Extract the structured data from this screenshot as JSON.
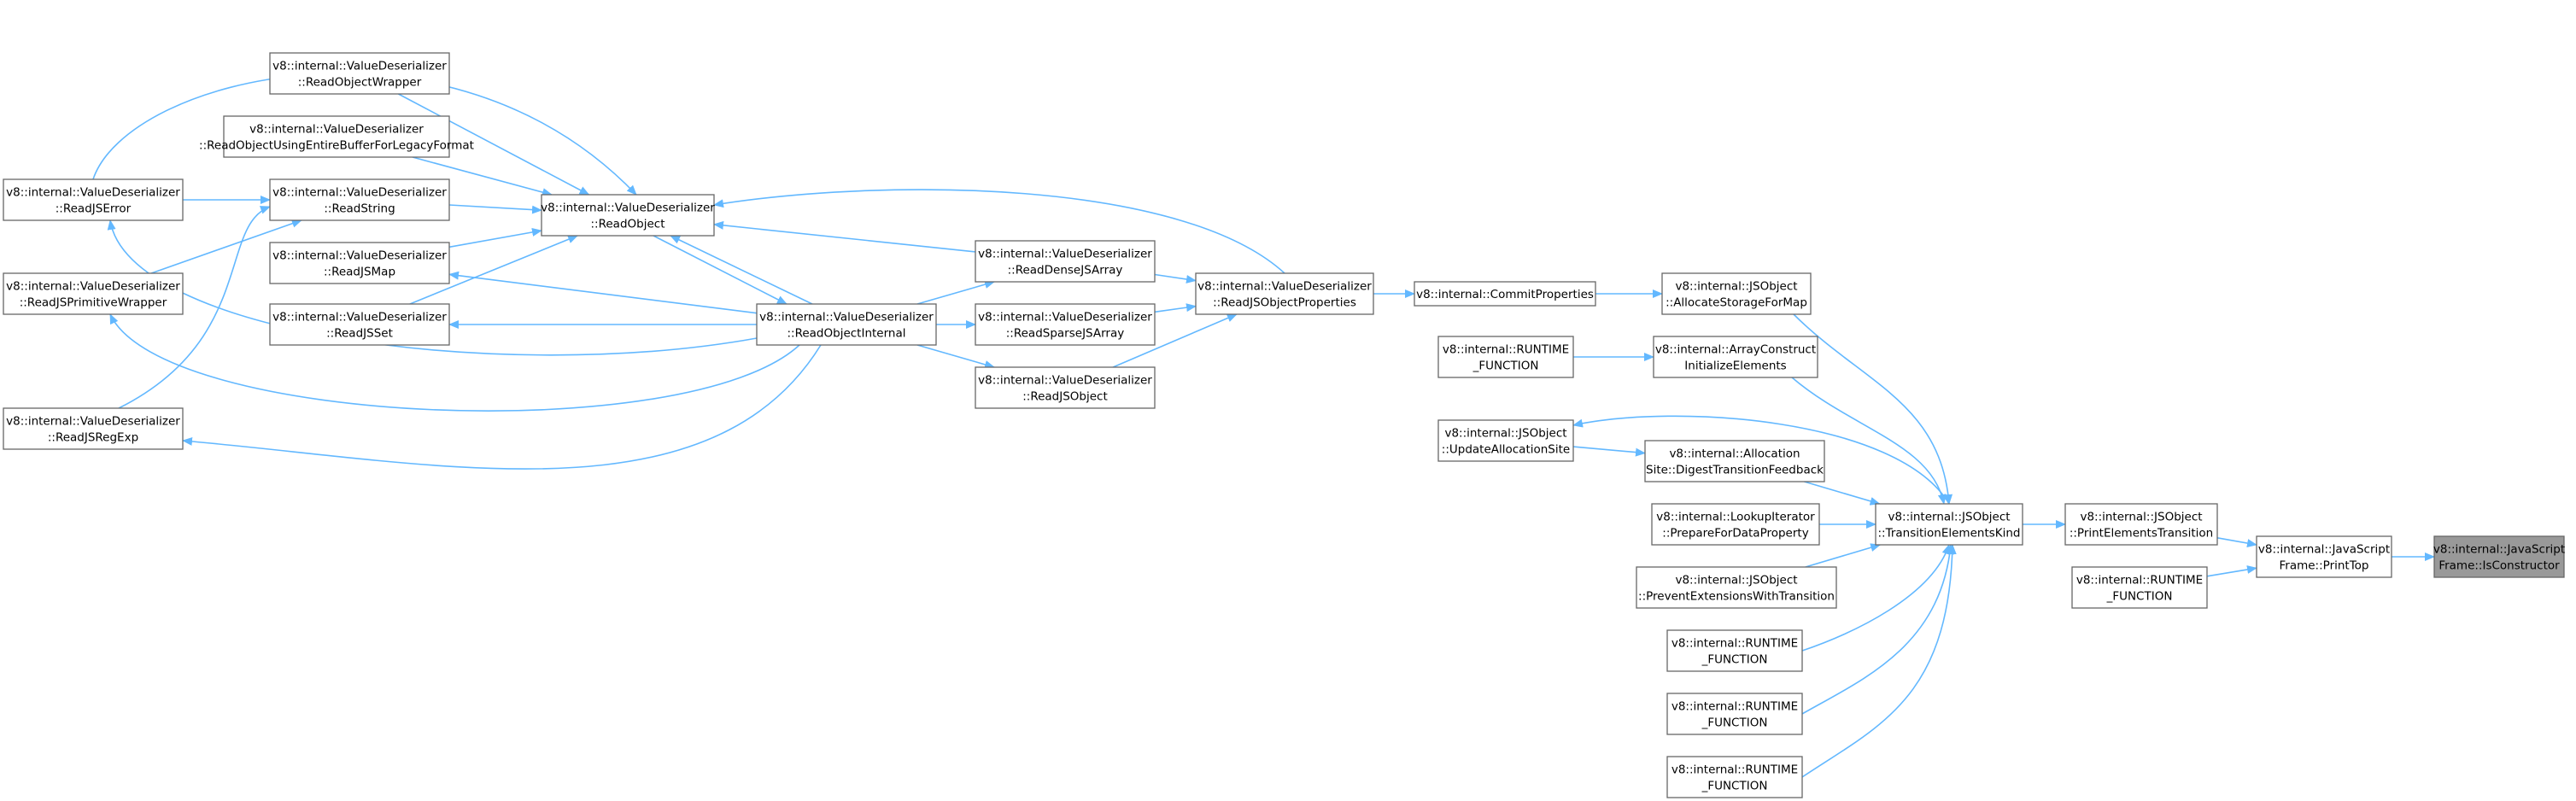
{
  "diagram": {
    "root": "v8::internal::JavaScriptFrame::IsConstructor",
    "nodes": [
      {
        "id": "n_is_constructor",
        "lines": [
          "v8::internal::JavaScript",
          "Frame::IsConstructor"
        ],
        "root": true
      },
      {
        "id": "n_print_top",
        "lines": [
          "v8::internal::JavaScript",
          "Frame::PrintTop"
        ]
      },
      {
        "id": "n_print_elements_transition",
        "lines": [
          "v8::internal::JSObject",
          "::PrintElementsTransition"
        ]
      },
      {
        "id": "n_runtime_a",
        "lines": [
          "v8::internal::RUNTIME",
          "_FUNCTION"
        ]
      },
      {
        "id": "n_transition_elements_kind",
        "lines": [
          "v8::internal::JSObject",
          "::TransitionElementsKind"
        ]
      },
      {
        "id": "n_allocate_storage_for_map",
        "lines": [
          "v8::internal::JSObject",
          "::AllocateStorageForMap"
        ]
      },
      {
        "id": "n_array_construct",
        "lines": [
          "v8::internal::ArrayConstruct",
          "InitializeElements"
        ]
      },
      {
        "id": "n_digest_transition_feedback",
        "lines": [
          "v8::internal::Allocation",
          "Site::DigestTransitionFeedback"
        ]
      },
      {
        "id": "n_prepare_for_data_property",
        "lines": [
          "v8::internal::LookupIterator",
          "::PrepareForDataProperty"
        ]
      },
      {
        "id": "n_prevent_extensions",
        "lines": [
          "v8::internal::JSObject",
          "::PreventExtensionsWithTransition"
        ]
      },
      {
        "id": "n_runtime_b",
        "lines": [
          "v8::internal::RUNTIME",
          "_FUNCTION"
        ]
      },
      {
        "id": "n_runtime_c",
        "lines": [
          "v8::internal::RUNTIME",
          "_FUNCTION"
        ]
      },
      {
        "id": "n_runtime_d",
        "lines": [
          "v8::internal::RUNTIME",
          "_FUNCTION"
        ]
      },
      {
        "id": "n_commit_properties",
        "lines": [
          "v8::internal::CommitProperties"
        ]
      },
      {
        "id": "n_runtime_e",
        "lines": [
          "v8::internal::RUNTIME",
          "_FUNCTION"
        ]
      },
      {
        "id": "n_update_allocation_site",
        "lines": [
          "v8::internal::JSObject",
          "::UpdateAllocationSite"
        ]
      },
      {
        "id": "n_read_js_object_properties",
        "lines": [
          "v8::internal::ValueDeserializer",
          "::ReadJSObjectProperties"
        ]
      },
      {
        "id": "n_read_dense_js_array",
        "lines": [
          "v8::internal::ValueDeserializer",
          "::ReadDenseJSArray"
        ]
      },
      {
        "id": "n_read_sparse_js_array",
        "lines": [
          "v8::internal::ValueDeserializer",
          "::ReadSparseJSArray"
        ]
      },
      {
        "id": "n_read_js_object",
        "lines": [
          "v8::internal::ValueDeserializer",
          "::ReadJSObject"
        ]
      },
      {
        "id": "n_read_object_internal",
        "lines": [
          "v8::internal::ValueDeserializer",
          "::ReadObjectInternal"
        ]
      },
      {
        "id": "n_read_object",
        "lines": [
          "v8::internal::ValueDeserializer",
          "::ReadObject"
        ]
      },
      {
        "id": "n_read_object_wrapper",
        "lines": [
          "v8::internal::ValueDeserializer",
          "::ReadObjectWrapper"
        ]
      },
      {
        "id": "n_read_object_legacy",
        "lines": [
          "v8::internal::ValueDeserializer",
          "::ReadObjectUsingEntireBufferForLegacyFormat"
        ]
      },
      {
        "id": "n_read_string",
        "lines": [
          "v8::internal::ValueDeserializer",
          "::ReadString"
        ]
      },
      {
        "id": "n_read_js_map",
        "lines": [
          "v8::internal::ValueDeserializer",
          "::ReadJSMap"
        ]
      },
      {
        "id": "n_read_js_set",
        "lines": [
          "v8::internal::ValueDeserializer",
          "::ReadJSSet"
        ]
      },
      {
        "id": "n_read_js_error",
        "lines": [
          "v8::internal::ValueDeserializer",
          "::ReadJSError"
        ]
      },
      {
        "id": "n_read_js_primitive_wrapper",
        "lines": [
          "v8::internal::ValueDeserializer",
          "::ReadJSPrimitiveWrapper"
        ]
      },
      {
        "id": "n_read_js_regexp",
        "lines": [
          "v8::internal::ValueDeserializer",
          "::ReadJSRegExp"
        ]
      }
    ],
    "edges": [
      {
        "from": "n_print_top",
        "to": "n_is_constructor"
      },
      {
        "from": "n_print_elements_transition",
        "to": "n_print_top"
      },
      {
        "from": "n_runtime_a",
        "to": "n_print_top"
      },
      {
        "from": "n_transition_elements_kind",
        "to": "n_print_elements_transition"
      },
      {
        "from": "n_allocate_storage_for_map",
        "to": "n_transition_elements_kind"
      },
      {
        "from": "n_array_construct",
        "to": "n_transition_elements_kind"
      },
      {
        "from": "n_digest_transition_feedback",
        "to": "n_transition_elements_kind"
      },
      {
        "from": "n_prepare_for_data_property",
        "to": "n_transition_elements_kind"
      },
      {
        "from": "n_prevent_extensions",
        "to": "n_transition_elements_kind"
      },
      {
        "from": "n_runtime_b",
        "to": "n_transition_elements_kind"
      },
      {
        "from": "n_runtime_c",
        "to": "n_transition_elements_kind"
      },
      {
        "from": "n_runtime_d",
        "to": "n_transition_elements_kind"
      },
      {
        "from": "n_transition_elements_kind",
        "to": "n_update_allocation_site"
      },
      {
        "from": "n_update_allocation_site",
        "to": "n_digest_transition_feedback"
      },
      {
        "from": "n_commit_properties",
        "to": "n_allocate_storage_for_map"
      },
      {
        "from": "n_runtime_e",
        "to": "n_array_construct"
      },
      {
        "from": "n_read_js_object_properties",
        "to": "n_commit_properties"
      },
      {
        "from": "n_read_dense_js_array",
        "to": "n_read_js_object_properties"
      },
      {
        "from": "n_read_sparse_js_array",
        "to": "n_read_js_object_properties"
      },
      {
        "from": "n_read_js_object",
        "to": "n_read_js_object_properties"
      },
      {
        "from": "n_read_js_object_properties",
        "to": "n_read_object"
      },
      {
        "from": "n_read_object_internal",
        "to": "n_read_dense_js_array"
      },
      {
        "from": "n_read_object_internal",
        "to": "n_read_sparse_js_array"
      },
      {
        "from": "n_read_object_internal",
        "to": "n_read_js_object"
      },
      {
        "from": "n_read_dense_js_array",
        "to": "n_read_object"
      },
      {
        "from": "n_read_object",
        "to": "n_read_object_internal"
      },
      {
        "from": "n_read_object_internal",
        "to": "n_read_object"
      },
      {
        "from": "n_read_object_wrapper",
        "to": "n_read_object"
      },
      {
        "from": "n_read_object_legacy",
        "to": "n_read_object"
      },
      {
        "from": "n_read_string",
        "to": "n_read_object"
      },
      {
        "from": "n_read_js_map",
        "to": "n_read_object"
      },
      {
        "from": "n_read_js_set",
        "to": "n_read_object"
      },
      {
        "from": "n_read_js_error",
        "to": "n_read_object"
      },
      {
        "from": "n_read_object_internal",
        "to": "n_read_js_map"
      },
      {
        "from": "n_read_object_internal",
        "to": "n_read_js_set"
      },
      {
        "from": "n_read_object_internal",
        "to": "n_read_js_error"
      },
      {
        "from": "n_read_object_internal",
        "to": "n_read_js_primitive_wrapper"
      },
      {
        "from": "n_read_object_internal",
        "to": "n_read_js_regexp"
      },
      {
        "from": "n_read_js_error",
        "to": "n_read_string"
      },
      {
        "from": "n_read_js_primitive_wrapper",
        "to": "n_read_string"
      },
      {
        "from": "n_read_js_regexp",
        "to": "n_read_string"
      }
    ]
  },
  "colors": {
    "edge": "#63b8ff",
    "node_border": "#666666",
    "node_fill": "#ffffff",
    "root_fill": "#999999"
  }
}
